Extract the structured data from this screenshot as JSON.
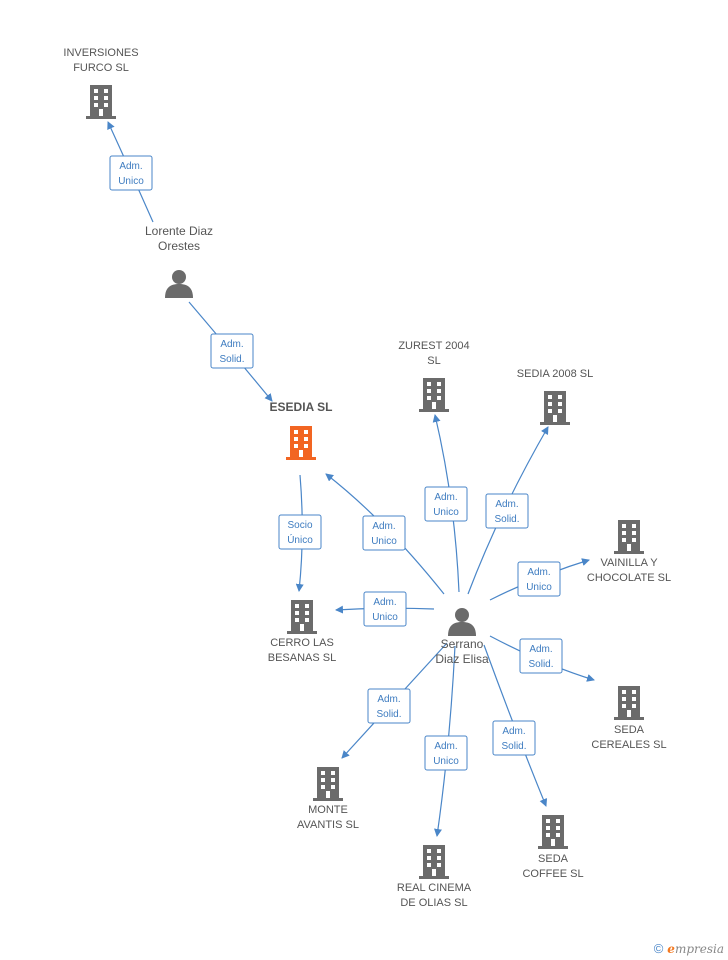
{
  "colors": {
    "edge": "#4a86c8",
    "company": "#6b6b6b",
    "main_company": "#f26522",
    "person": "#6b6b6b"
  },
  "nodes": [
    {
      "id": "inversiones",
      "type": "company",
      "lines": [
        "INVERSIONES",
        "FURCO  SL"
      ]
    },
    {
      "id": "lorente",
      "type": "person",
      "lines": [
        "Lorente Diaz",
        "Orestes"
      ]
    },
    {
      "id": "esedia",
      "type": "main",
      "lines": [
        "ESEDIA SL"
      ]
    },
    {
      "id": "zurest",
      "type": "company",
      "lines": [
        "ZUREST 2004",
        "SL"
      ]
    },
    {
      "id": "sedia2008",
      "type": "company",
      "lines": [
        "SEDIA 2008 SL"
      ]
    },
    {
      "id": "vainilla",
      "type": "company",
      "lines": [
        "VAINILLA Y",
        "CHOCOLATE SL"
      ]
    },
    {
      "id": "cerro",
      "type": "company",
      "lines": [
        "CERRO LAS",
        "BESANAS  SL"
      ]
    },
    {
      "id": "serrano",
      "type": "person",
      "lines": [
        "Serrano",
        "Diaz Elisa"
      ]
    },
    {
      "id": "seda_cereales",
      "type": "company",
      "lines": [
        "SEDA",
        "CEREALES SL"
      ]
    },
    {
      "id": "monte",
      "type": "company",
      "lines": [
        "MONTE",
        "AVANTIS SL"
      ]
    },
    {
      "id": "real_cinema",
      "type": "company",
      "lines": [
        "REAL CINEMA",
        "DE OLIAS  SL"
      ]
    },
    {
      "id": "seda_coffee",
      "type": "company",
      "lines": [
        "SEDA",
        "COFFEE SL"
      ]
    }
  ],
  "edges": [
    {
      "from": "lorente",
      "to": "inversiones",
      "lines": [
        "Adm.",
        "Unico"
      ]
    },
    {
      "from": "lorente",
      "to": "esedia",
      "lines": [
        "Adm.",
        "Solid."
      ]
    },
    {
      "from": "esedia",
      "to": "cerro",
      "lines": [
        "Socio",
        "Único"
      ]
    },
    {
      "from": "serrano",
      "to": "esedia",
      "lines": [
        "Adm.",
        "Unico"
      ]
    },
    {
      "from": "serrano",
      "to": "zurest",
      "lines": [
        "Adm.",
        "Unico"
      ]
    },
    {
      "from": "serrano",
      "to": "sedia2008",
      "lines": [
        "Adm.",
        "Solid."
      ]
    },
    {
      "from": "serrano",
      "to": "vainilla",
      "lines": [
        "Adm.",
        "Unico"
      ]
    },
    {
      "from": "serrano",
      "to": "cerro",
      "lines": [
        "Adm.",
        "Unico"
      ]
    },
    {
      "from": "serrano",
      "to": "seda_cereales",
      "lines": [
        "Adm.",
        "Solid."
      ]
    },
    {
      "from": "serrano",
      "to": "monte",
      "lines": [
        "Adm.",
        "Solid."
      ]
    },
    {
      "from": "serrano",
      "to": "real_cinema",
      "lines": [
        "Adm.",
        "Unico"
      ]
    },
    {
      "from": "serrano",
      "to": "seda_coffee",
      "lines": [
        "Adm.",
        "Solid."
      ]
    }
  ],
  "footer": {
    "copyright_symbol": "©",
    "brand_initial": "e",
    "brand_rest": "mpresia"
  }
}
